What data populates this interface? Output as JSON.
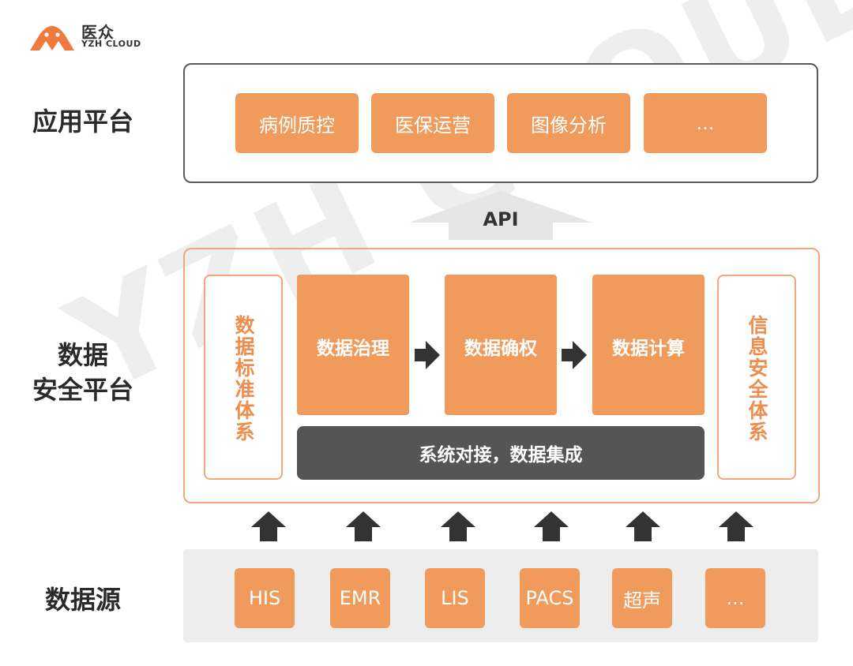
{
  "logo": {
    "name": "医众",
    "sub": "YZH CLOUD"
  },
  "watermark": "YZH CLOUD",
  "rows": {
    "application": {
      "label": "应用平台",
      "items": [
        "病例质控",
        "医保运营",
        "图像分析",
        "..."
      ]
    },
    "api_label": "API",
    "security": {
      "label_line1": "数据",
      "label_line2": "安全平台",
      "left_side": "数据标准体系",
      "right_side": "信息安全体系",
      "processes": [
        "数据治理",
        "数据确权",
        "数据计算"
      ],
      "integration": "系统对接，数据集成"
    },
    "sources": {
      "label": "数据源",
      "items": [
        "HIS",
        "EMR",
        "LIS",
        "PACS",
        "超声",
        "..."
      ]
    }
  },
  "colors": {
    "accent": "#f09b5c",
    "accent_light": "#f3a777",
    "dark": "#555555",
    "band": "#ededed"
  }
}
